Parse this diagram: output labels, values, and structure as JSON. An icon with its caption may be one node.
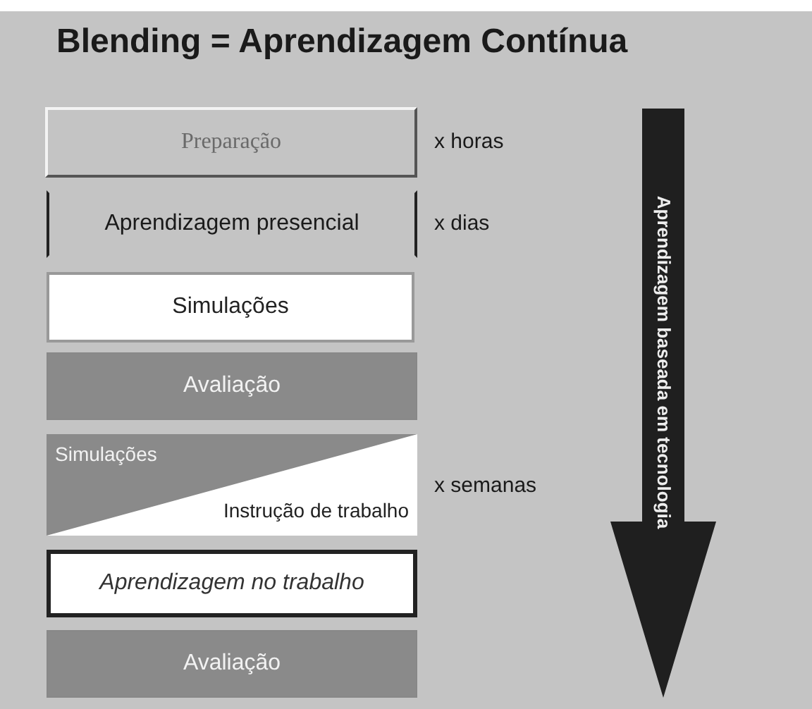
{
  "diagram": {
    "title": "Blending = Aprendizagem Contínua",
    "nodes": [
      {
        "text": [
          "Preparação"
        ],
        "beside": [
          "x horas"
        ]
      },
      {
        "text": [
          "Aprendizagem presencial"
        ],
        "beside": [
          "x dias"
        ]
      },
      {
        "text": [
          "Simulações"
        ]
      },
      {
        "text": [
          "Avaliação"
        ]
      },
      {
        "text": [
          "Simulações",
          "Instrução de trabalho"
        ],
        "beside": [
          "x semanas"
        ]
      },
      {
        "text": [
          "Aprendizagem no trabalho"
        ]
      },
      {
        "text": [
          "Avaliação"
        ]
      },
      {
        "text": [
          "Aprendizagem baseada em tecnologia"
        ]
      }
    ]
  }
}
